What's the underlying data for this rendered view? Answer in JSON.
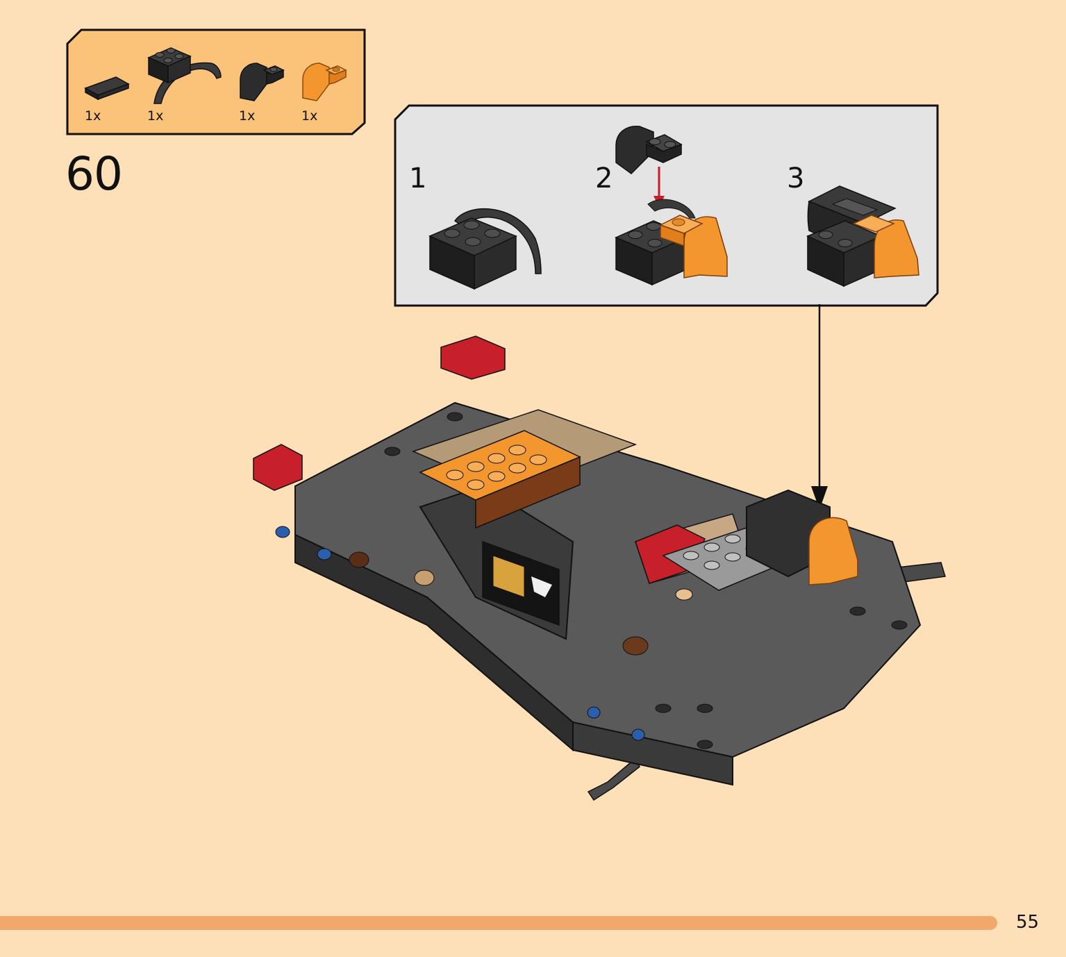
{
  "parts_list": {
    "items": [
      {
        "part": "tile-1x2-black",
        "quantity": "1x"
      },
      {
        "part": "mudguard-2x4-black",
        "quantity": "1x"
      },
      {
        "part": "slope-curved-black",
        "quantity": "1x"
      },
      {
        "part": "slope-curved-orange",
        "quantity": "1x"
      }
    ]
  },
  "step": {
    "number": "60",
    "substeps": [
      "1",
      "2",
      "3"
    ]
  },
  "page": {
    "number": "55"
  },
  "colors": {
    "background": "#fde0b8",
    "parts_box": "#fbc27a",
    "substep_box": "#e4e4e4",
    "footer_bar": "#f2a86a",
    "assembly_arrow": "#c81e2c",
    "brick_black": "#333333",
    "brick_orange": "#f3962e"
  }
}
